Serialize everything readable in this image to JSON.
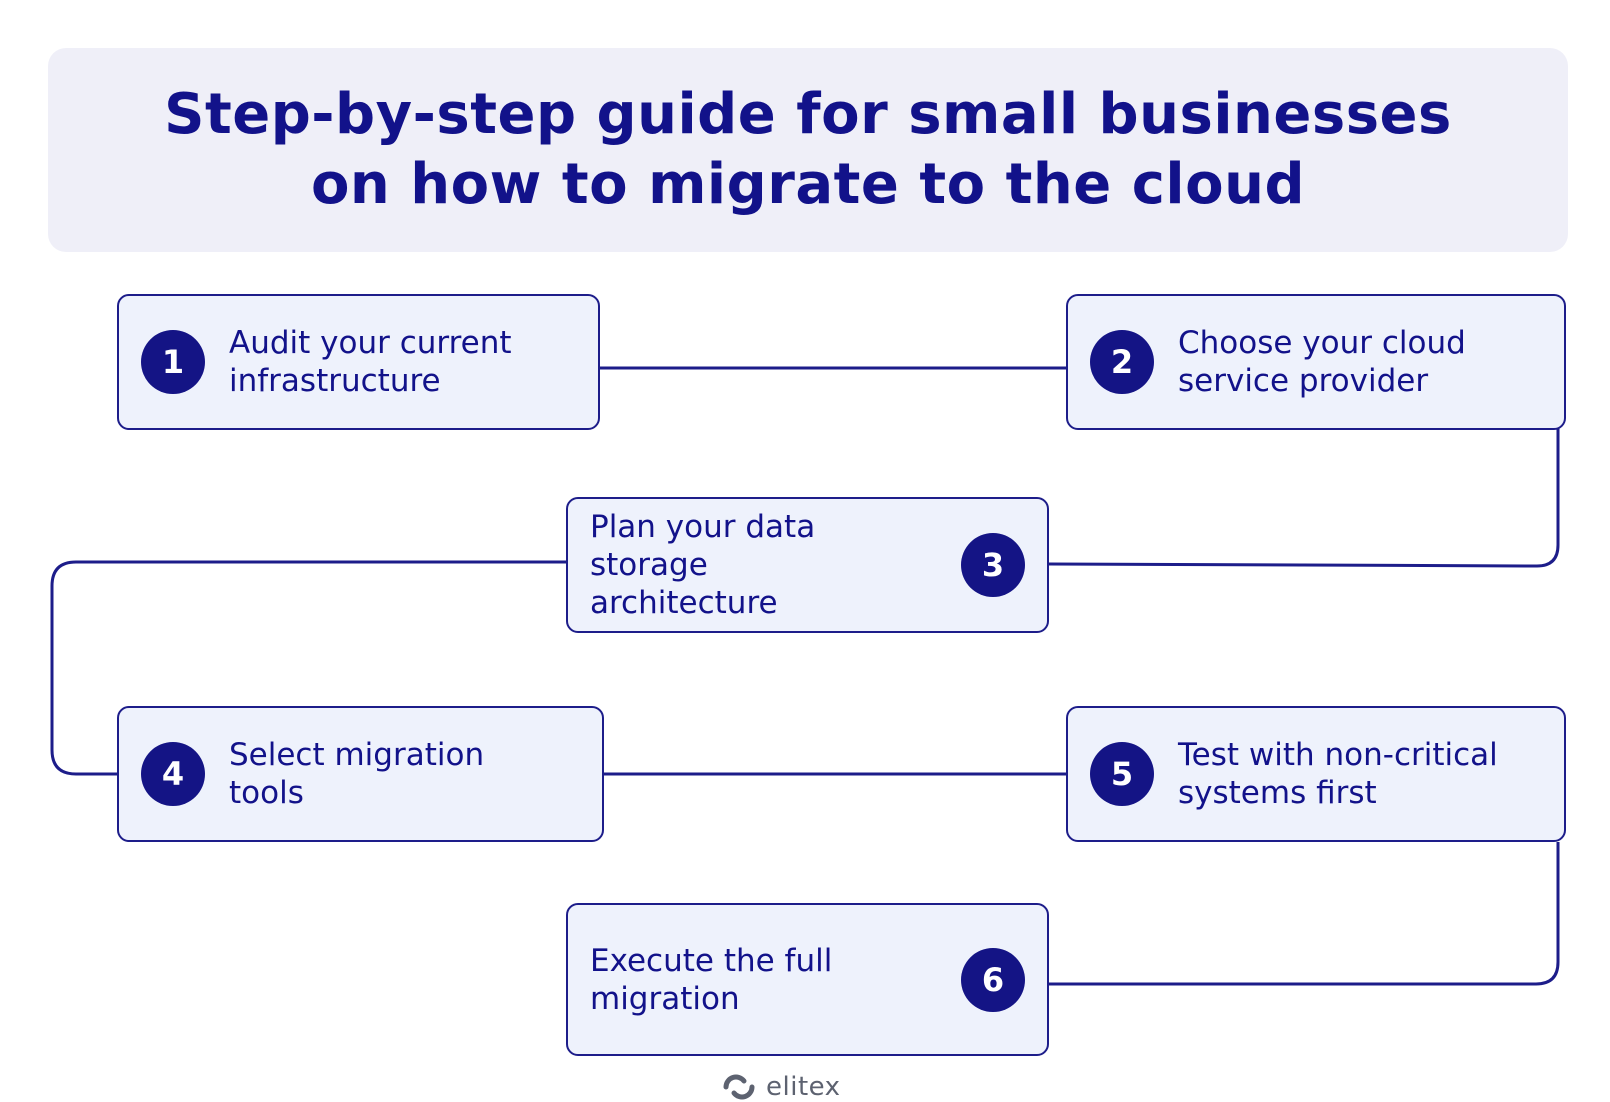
{
  "header": {
    "title_line1": "Step-by-step guide for small businesses",
    "title_line2": "on how to migrate to the cloud"
  },
  "steps": [
    {
      "number": "1",
      "label": "Audit your current infrastructure"
    },
    {
      "number": "2",
      "label": "Choose your cloud service provider"
    },
    {
      "number": "3",
      "label": "Plan your data storage architecture"
    },
    {
      "number": "4",
      "label": "Select migration tools"
    },
    {
      "number": "5",
      "label": "Test with non-critical systems first"
    },
    {
      "number": "6",
      "label": "Execute the full migration"
    }
  ],
  "brand": {
    "name": "elitex",
    "icon": "elitex-logo-icon"
  },
  "colors": {
    "primary": "#12128a",
    "card_bg": "#eef2fc",
    "header_bg": "#efeff8",
    "brand_gray": "#5d6270"
  }
}
